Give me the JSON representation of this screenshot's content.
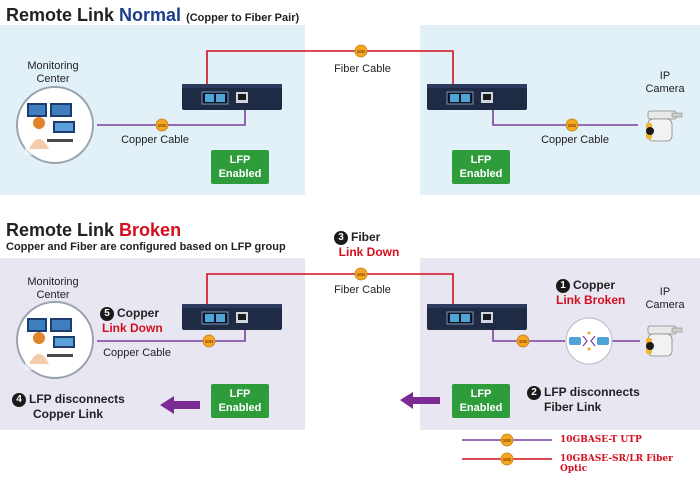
{
  "top": {
    "title_prefix": "Remote Link",
    "title_accent": "Normal",
    "title_suffix": "(Copper to Fiber Pair)",
    "fiber_label": "Fiber Cable",
    "monitoring_label": "Monitoring Center",
    "camera_label": "IP Camera",
    "copper_left": "Copper Cable",
    "copper_right": "Copper Cable",
    "lfp_left": "LFP Enabled",
    "lfp_right": "LFP Enabled"
  },
  "bottom": {
    "title_prefix": "Remote Link",
    "title_accent": "Broken",
    "subtitle": "Copper and Fiber are configured based on LFP group",
    "step3_num": "3",
    "step3_line1": "Fiber",
    "step3_line2": "Link Down",
    "fiber_label": "Fiber Cable",
    "monitoring_label": "Monitoring Center",
    "camera_label": "IP Camera",
    "step5_num": "5",
    "step5_line1": "Copper",
    "step5_line2": "Link Down",
    "copper_left": "Copper Cable",
    "step1_num": "1",
    "step1_line1": "Copper",
    "step1_line2": "Link Broken",
    "step4_num": "4",
    "step4_line1": "LFP disconnects",
    "step4_line2": "Copper Link",
    "step2_num": "2",
    "step2_line1": "LFP disconnects",
    "step2_line2": "Fiber Link",
    "lfp_left": "LFP Enabled",
    "lfp_right": "LFP Enabled"
  },
  "badge_text": "10G",
  "legend": [
    {
      "label": "10GBASE-T UTP",
      "color": "#7b3fa0"
    },
    {
      "label": "10GBASE-SR/LR Fiber Optic",
      "color": "#d40e1e"
    }
  ],
  "colors": {
    "copper": "#7b3fa0",
    "fiber": "#d40e1e",
    "device": "#1f2a44",
    "lfp": "#2f9c3c",
    "arrow": "#7b2b93"
  }
}
